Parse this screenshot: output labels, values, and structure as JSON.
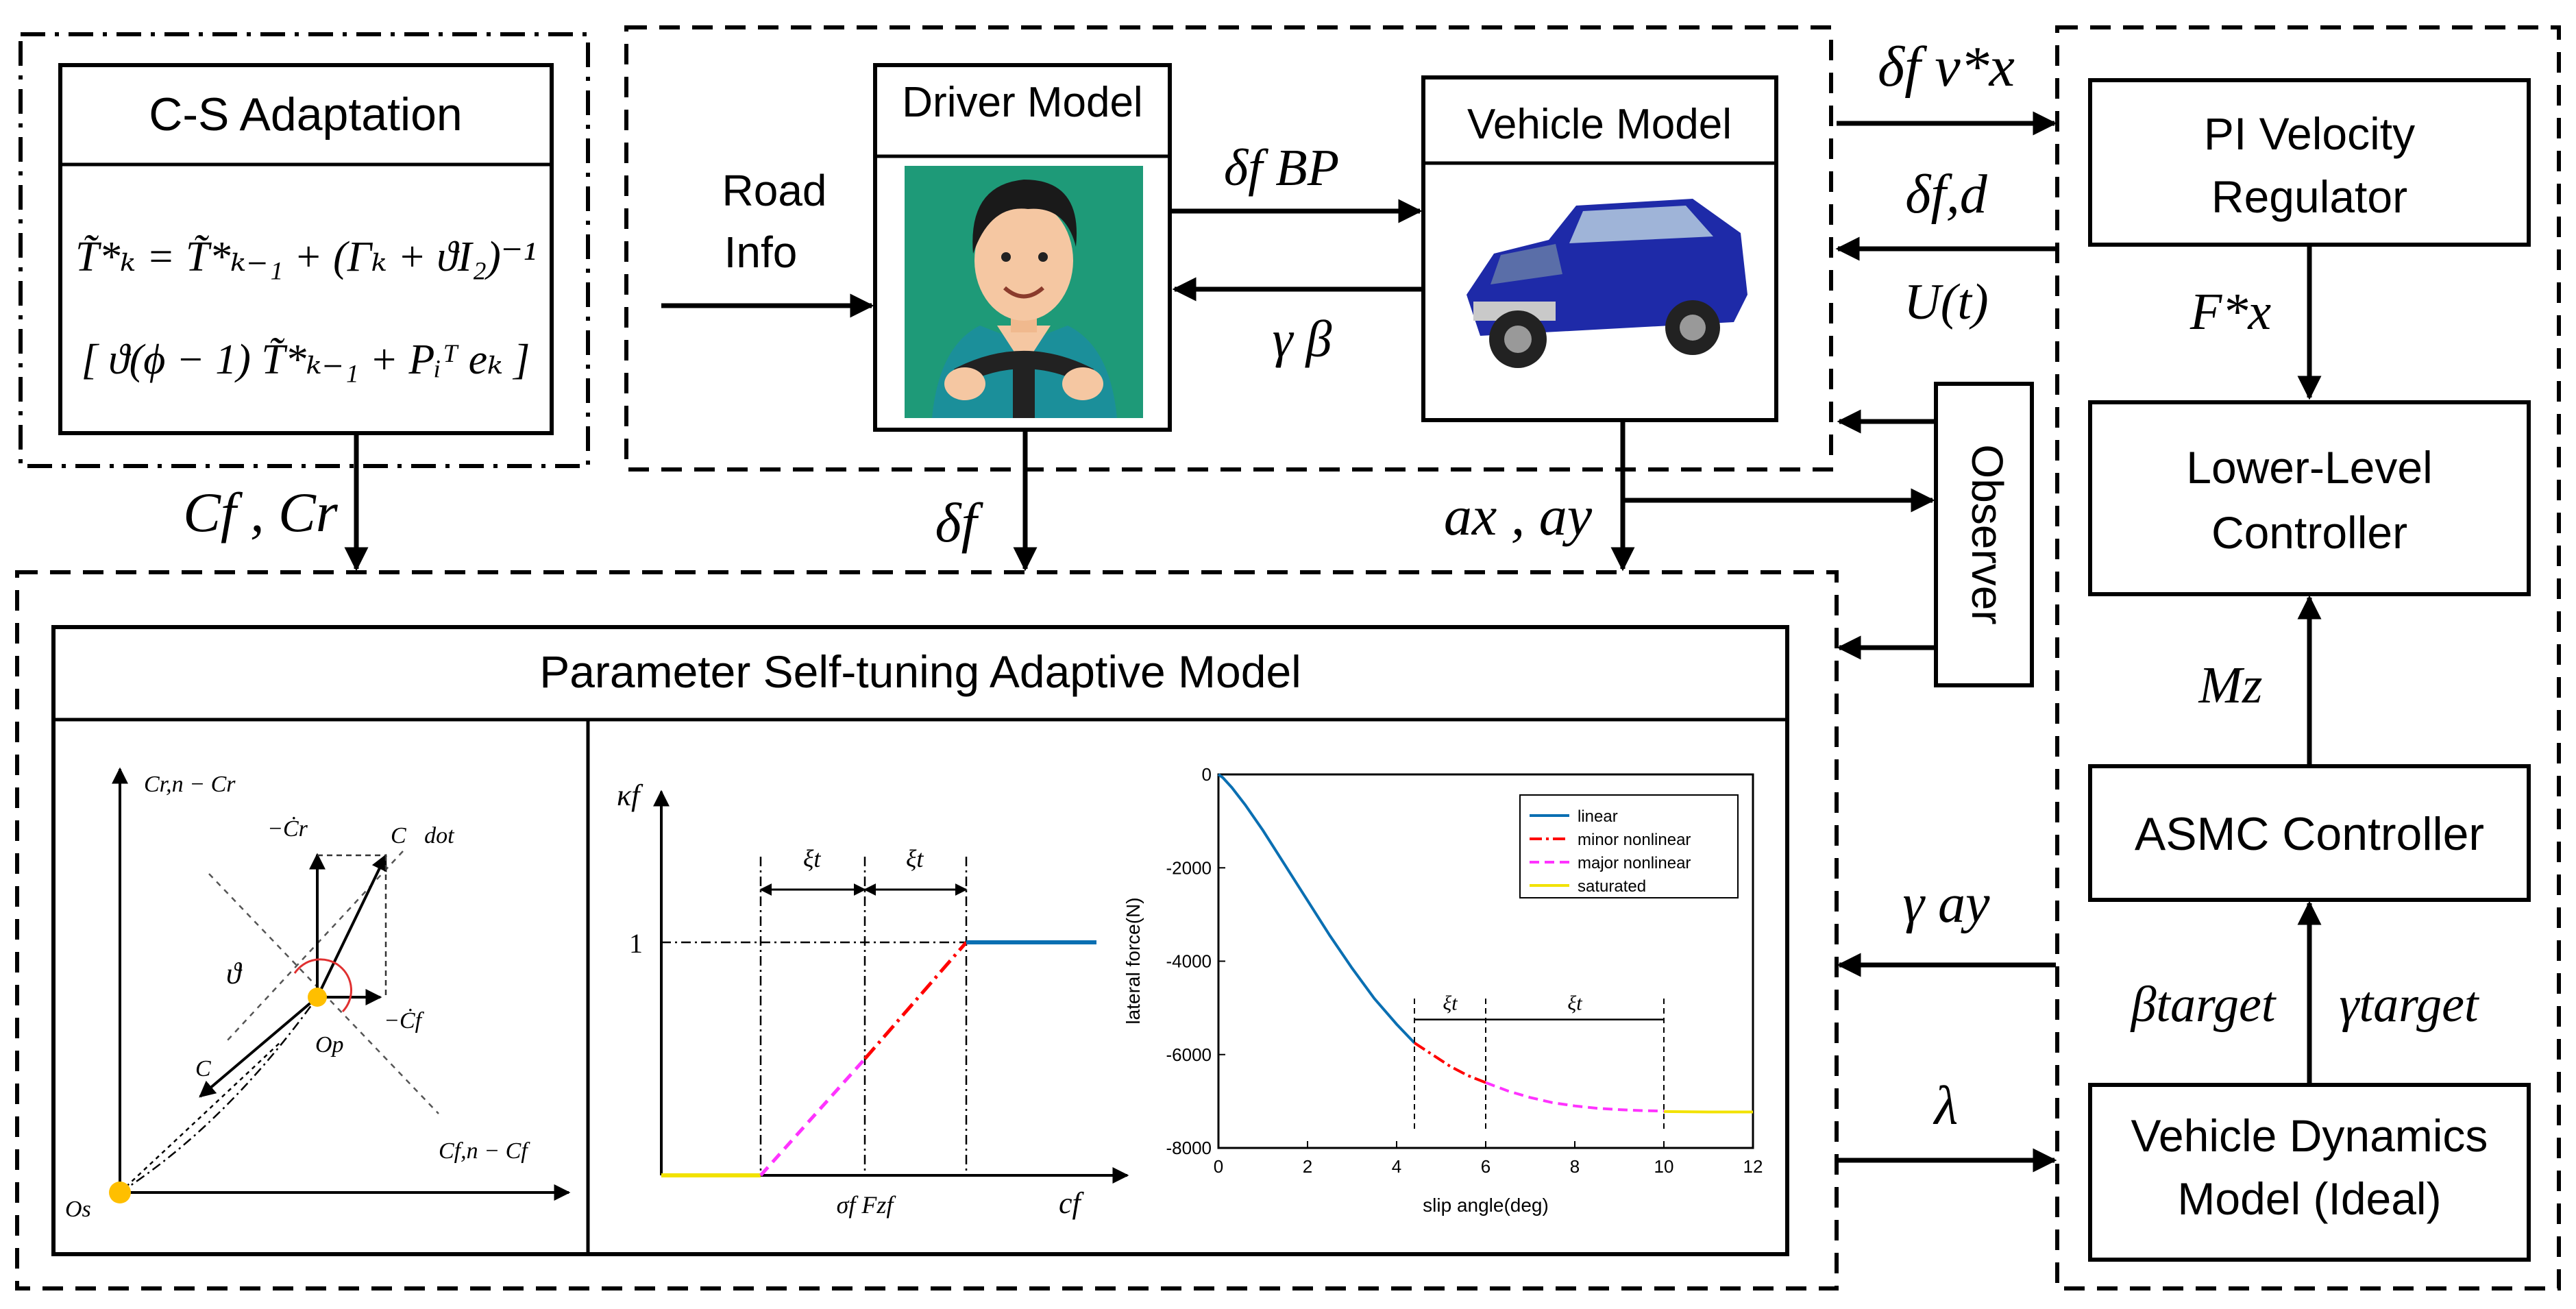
{
  "blocks": {
    "cs_adaptation": {
      "title": "C-S Adaptation",
      "eq_line1": "T̃*ₖ = T̃*ₖ₋₁ + (Γₖ + ϑI₂)⁻¹",
      "eq_line2": "[ ϑ(ϕ − 1) T̃*ₖ₋₁ + Pᵢᵀ eₖ ]"
    },
    "driver_model": {
      "title": "Driver Model"
    },
    "vehicle_model": {
      "title": "Vehicle Model"
    },
    "road_info": {
      "line1": "Road",
      "line2": "Info"
    },
    "pi_velocity": {
      "line1": "PI Velocity",
      "line2": "Regulator"
    },
    "lower_level": {
      "line1": "Lower-Level",
      "line2": "Controller"
    },
    "asmc": {
      "title": "ASMC Controller"
    },
    "vehicle_dynamics": {
      "line1": "Vehicle Dynamics",
      "line2": "Model (Ideal)"
    },
    "observer": {
      "title": "Observer"
    },
    "parameter_model": {
      "title": "Parameter Self-tuning Adaptive Model"
    }
  },
  "signals": {
    "driver_to_vehicle": "δf  BP",
    "vehicle_to_driver": "γ   β",
    "top_right_out": "δf  v*x",
    "top_right_in1": "δf,d",
    "top_right_in2": "U(t)",
    "cf_cr": "Cf , Cr",
    "delta_f_down": "δf",
    "ax_ay": "ax , ay",
    "fx_star": "F*x",
    "mz": "Mz",
    "gamma_ay": "γ   ay",
    "beta_target": "βtarget",
    "gamma_target": "γtarget",
    "lambda": "λ"
  },
  "vector_panel": {
    "y_axis_label": "Cr,n − Cr",
    "x_axis_label": "Cf,n − Cf",
    "neg_cr_dot": "−Ċr",
    "c_dot": "C⃗dot",
    "theta": "ϑ",
    "c_vec": "C⃗",
    "neg_cf_dot": "−Ċf",
    "op": "Op",
    "os": "Os"
  },
  "kappa_panel": {
    "y_axis_label": "κf",
    "one_label": "1",
    "xi1": "ξt",
    "xi2": "ξt",
    "sigma_label": "σf Fzf",
    "x_axis_label": "cf"
  },
  "chart_data": {
    "type": "line",
    "xlabel": "slip angle(deg)",
    "ylabel": "lateral force(N)",
    "xlim": [
      0,
      12
    ],
    "ylim": [
      -8000,
      0
    ],
    "xticks": [
      0,
      2,
      4,
      6,
      8,
      10,
      12
    ],
    "yticks": [
      0,
      -2000,
      -4000,
      -6000,
      -8000
    ],
    "legend_position": "top-right",
    "annotations": [
      "ξt",
      "ξt"
    ],
    "series": [
      {
        "name": "linear",
        "color": "#0a6fb2",
        "style": "solid",
        "x": [
          0,
          0.1,
          0.3,
          0.6,
          1.0,
          1.5,
          2.0,
          2.5,
          3.0,
          3.5,
          4.0,
          4.4
        ],
        "y": [
          0,
          -70,
          -280,
          -650,
          -1200,
          -1950,
          -2700,
          -3450,
          -4150,
          -4800,
          -5350,
          -5750
        ]
      },
      {
        "name": "minor nonlinear",
        "color": "#ff0000",
        "style": "dashdot",
        "x": [
          4.4,
          4.8,
          5.2,
          5.6,
          6.0
        ],
        "y": [
          -5750,
          -6000,
          -6250,
          -6450,
          -6600
        ]
      },
      {
        "name": "major nonlinear",
        "color": "#ff33ff",
        "style": "dashed",
        "x": [
          6.0,
          6.5,
          7.0,
          7.5,
          8.0,
          8.5,
          9.0,
          9.5,
          10.0
        ],
        "y": [
          -6600,
          -6780,
          -6920,
          -7030,
          -7100,
          -7150,
          -7180,
          -7200,
          -7210
        ]
      },
      {
        "name": "saturated",
        "color": "#f2e200",
        "style": "solid",
        "x": [
          10.0,
          11.0,
          12.0
        ],
        "y": [
          -7220,
          -7230,
          -7230
        ]
      }
    ]
  }
}
